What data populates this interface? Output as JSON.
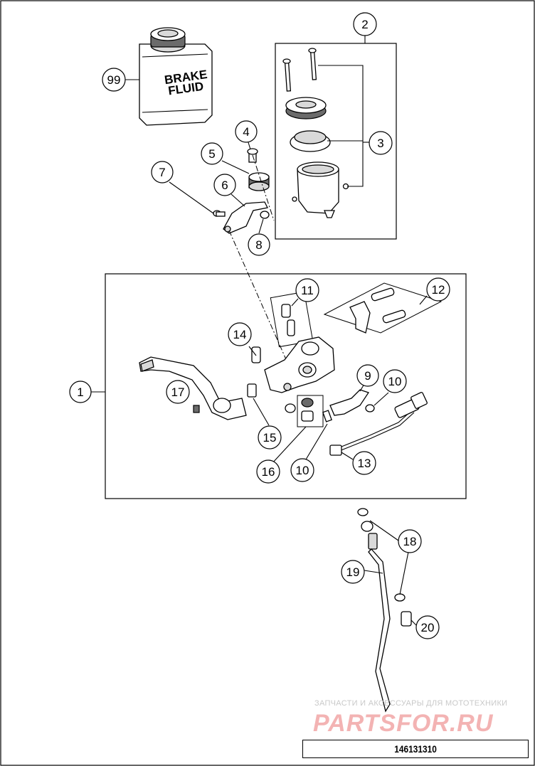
{
  "callouts": [
    "99",
    "2",
    "3",
    "4",
    "5",
    "6",
    "7",
    "8",
    "11",
    "12",
    "14",
    "1",
    "17",
    "9",
    "10",
    "15",
    "16",
    "10",
    "13",
    "18",
    "19",
    "20"
  ],
  "can_label": [
    "BRAKE",
    "FLUID"
  ],
  "watermark": {
    "tagline": "ЗАПЧАСТИ И АКСЕССУАРЫ ДЛЯ МОТОТЕХНИКИ",
    "logo": "PARTSFOR.RU"
  },
  "footer": {
    "code": "146131310"
  }
}
